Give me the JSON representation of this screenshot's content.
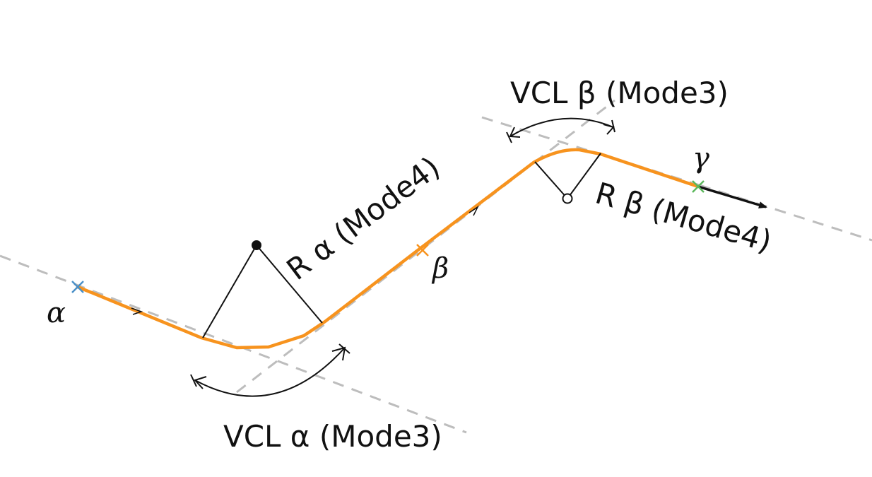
{
  "labels": {
    "alpha": "α",
    "beta": "β",
    "gamma": "γ",
    "vcl_alpha": "VCL α (Mode3)",
    "vcl_beta": "VCL β (Mode3)",
    "r_alpha": "R α (Mode4)",
    "r_beta": "R β (Mode4)"
  },
  "colors": {
    "path": "#f7931e",
    "guide": "#bdbdbd",
    "marker_alpha": "#4a90c8",
    "marker_beta": "#f7931e",
    "marker_gamma": "#5cb85c",
    "ink": "#111111"
  },
  "markers": [
    {
      "name": "alpha",
      "icon": "cross-icon"
    },
    {
      "name": "beta",
      "icon": "cross-icon"
    },
    {
      "name": "gamma",
      "icon": "cross-icon"
    }
  ]
}
